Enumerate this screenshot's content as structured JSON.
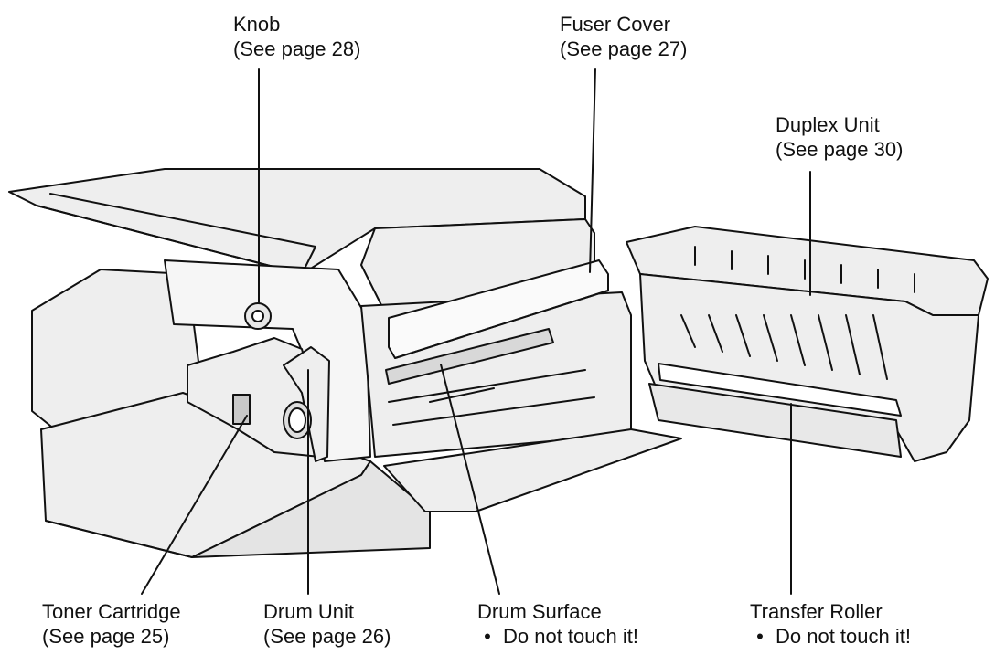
{
  "labels": {
    "knob": {
      "title": "Knob",
      "ref": "(See page 28)"
    },
    "fuser_cover": {
      "title": "Fuser Cover",
      "ref": "(See page 27)"
    },
    "duplex_unit": {
      "title": "Duplex Unit",
      "ref": "(See page 30)"
    },
    "toner_cartridge": {
      "title": "Toner Cartridge",
      "ref": "(See page 25)"
    },
    "drum_unit": {
      "title": "Drum Unit",
      "ref": "(See page 26)"
    },
    "drum_surface": {
      "title": "Drum Surface",
      "bullet": "•",
      "note": "Do not touch it!"
    },
    "transfer_roller": {
      "title": "Transfer Roller",
      "bullet": "•",
      "note": "Do not touch it!"
    }
  },
  "colors": {
    "ink": "#111111",
    "fill": "#eeeeee",
    "shade": "#c8c8c8",
    "paper": "#ffffff"
  }
}
